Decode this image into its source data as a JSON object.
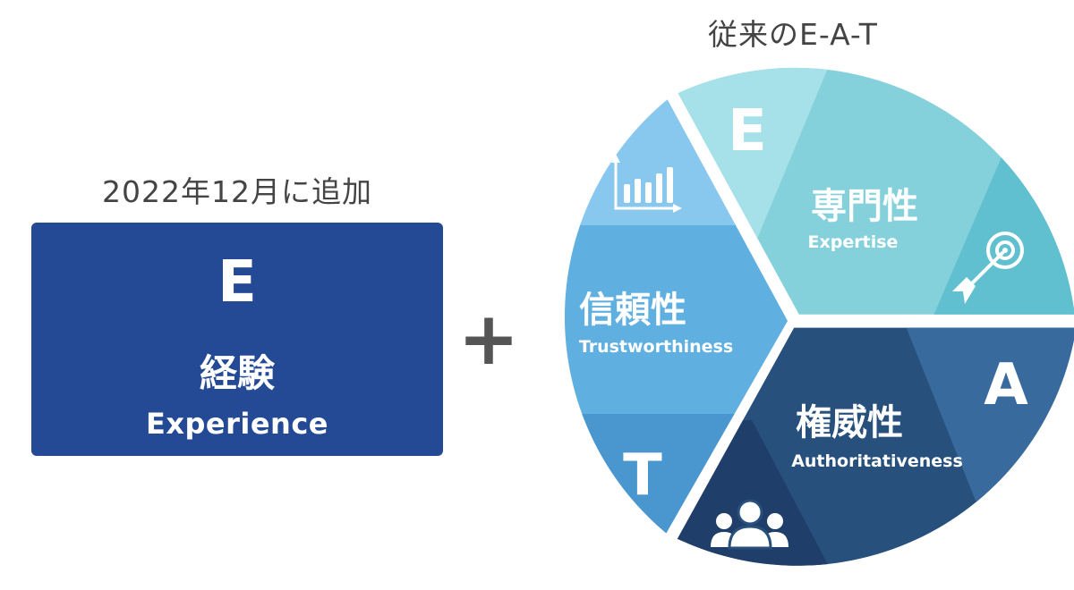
{
  "added": {
    "caption": "2022年12月に追加",
    "letter": "E",
    "name_jp": "経験",
    "name_en": "Experience",
    "color": "#244a96"
  },
  "plus": "+",
  "eat": {
    "title": "従来のE-A-T",
    "expertise": {
      "letter": "E",
      "name_jp": "専門性",
      "name_en": "Expertise",
      "icon": "target-icon",
      "colors": [
        "#a6e0e8",
        "#84d1dc",
        "#60c0d0"
      ]
    },
    "authoritativeness": {
      "letter": "A",
      "name_jp": "権威性",
      "name_en": "Authoritativeness",
      "icon": "people-icon",
      "colors": [
        "#386a9d",
        "#27507d",
        "#1f3e69"
      ]
    },
    "trustworthiness": {
      "letter": "T",
      "name_jp": "信頼性",
      "name_en": "Trustworthiness",
      "icon": "bar-chart-icon",
      "colors": [
        "#88c8ee",
        "#5fafe0",
        "#4a97d0"
      ]
    }
  }
}
